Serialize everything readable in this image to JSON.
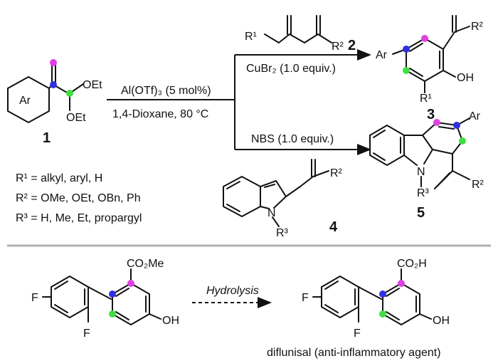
{
  "colors": {
    "magenta": "#e040e0",
    "blue": "#3030e0",
    "green": "#40e040",
    "divider": "#b0b0b0"
  },
  "scheme": {
    "reactant1": {
      "ar": "Ar",
      "oet_top": "OEt",
      "oet_bottom": "OEt",
      "label": "1"
    },
    "conditions": {
      "catalyst": "Al(OTf)₃ (5 mol%)",
      "solvent": "1,4-Dioxane, 80 °C"
    },
    "top_branch": {
      "reagent_r1": "R¹",
      "reagent_r2": "R²",
      "reagent_label": "2",
      "oxidant": "CuBr₂ (1.0 equiv.)",
      "product_ar": "Ar",
      "product_r2": "R²",
      "product_oh": "OH",
      "product_r1": "R¹",
      "product_label": "3"
    },
    "bottom_branch": {
      "oxidant": "NBS (1.0 equiv.)",
      "reagent_r2": "R²",
      "reagent_n": "N",
      "reagent_r3": "R³",
      "reagent_label": "4",
      "product_ar": "Ar",
      "product_n": "N",
      "product_r3": "R³",
      "product_r2": "R²",
      "product_label": "5"
    },
    "substituents": [
      "R¹ = alkyl, aryl, H",
      "R² = OMe, OEt, OBn, Ph",
      "R³ = H, Me, Et, propargyl"
    ]
  },
  "application": {
    "ester": {
      "f_left": "F",
      "f_bottom": "F",
      "co2me": "CO₂Me",
      "oh": "OH"
    },
    "step": "Hydrolysis",
    "acid": {
      "f_left": "F",
      "f_bottom": "F",
      "co2h": "CO₂H",
      "oh": "OH"
    },
    "caption": "diflunisal (anti-inflammatory agent)"
  }
}
